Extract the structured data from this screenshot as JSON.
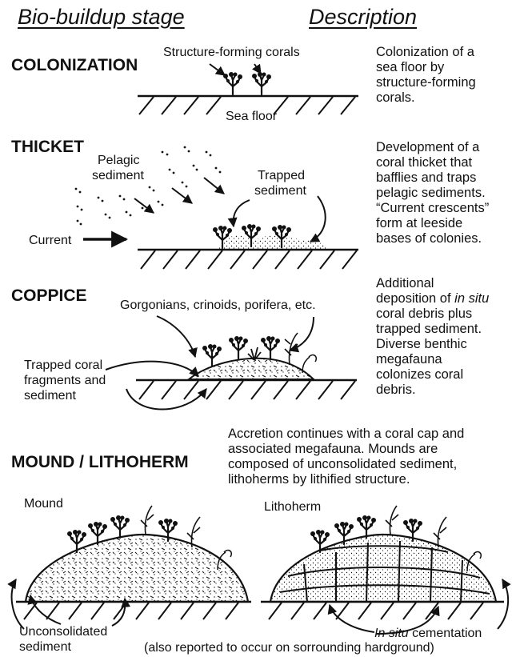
{
  "headers": {
    "stage": "Bio-buildup stage",
    "description": "Description"
  },
  "stages": {
    "colonization": {
      "name": "COLONIZATION",
      "description_lines": [
        "Colonization of a",
        "sea floor by",
        "structure-forming",
        "corals."
      ],
      "labels": {
        "corals": "Structure-forming corals",
        "sea_floor": "Sea floor"
      }
    },
    "thicket": {
      "name": "THICKET",
      "description_lines": [
        "Development of a",
        "coral thicket that",
        "bafflies and traps",
        "pelagic sediments.",
        "“Current crescents”",
        "form at leeside",
        "bases of colonies."
      ],
      "labels": {
        "pelagic_1": "Pelagic",
        "pelagic_2": "sediment",
        "trapped_1": "Trapped",
        "trapped_2": "sediment",
        "current": "Current"
      }
    },
    "coppice": {
      "name": "COPPICE",
      "description_lines": [
        "Additional",
        "deposition of ",
        "in situ",
        "coral debris plus",
        "trapped sediment.",
        "Diverse benthic",
        "megafauna",
        "colonizes coral",
        "debris."
      ],
      "labels": {
        "fauna": "Gorgonians, crinoids, porifera, etc.",
        "fragments_1": "Trapped coral",
        "fragments_2": "fragments and",
        "fragments_3": "sediment"
      }
    },
    "mound": {
      "name": "MOUND / LITHOHERM",
      "description_lines": [
        "Accretion continues with a coral cap and",
        "associated megafauna. Mounds are",
        "composed of unconsolidated sediment,",
        "lithoherms by lithified structure."
      ],
      "labels": {
        "mound": "Mound",
        "lithoherm": "Lithoherm",
        "unconsolidated_1": "Unconsolidated",
        "unconsolidated_2": "sediment",
        "cementation_italic": "In situ",
        "cementation_rest": " cementation",
        "hardground_note": "(also reported to occur on sorrounding hardground)"
      }
    }
  }
}
